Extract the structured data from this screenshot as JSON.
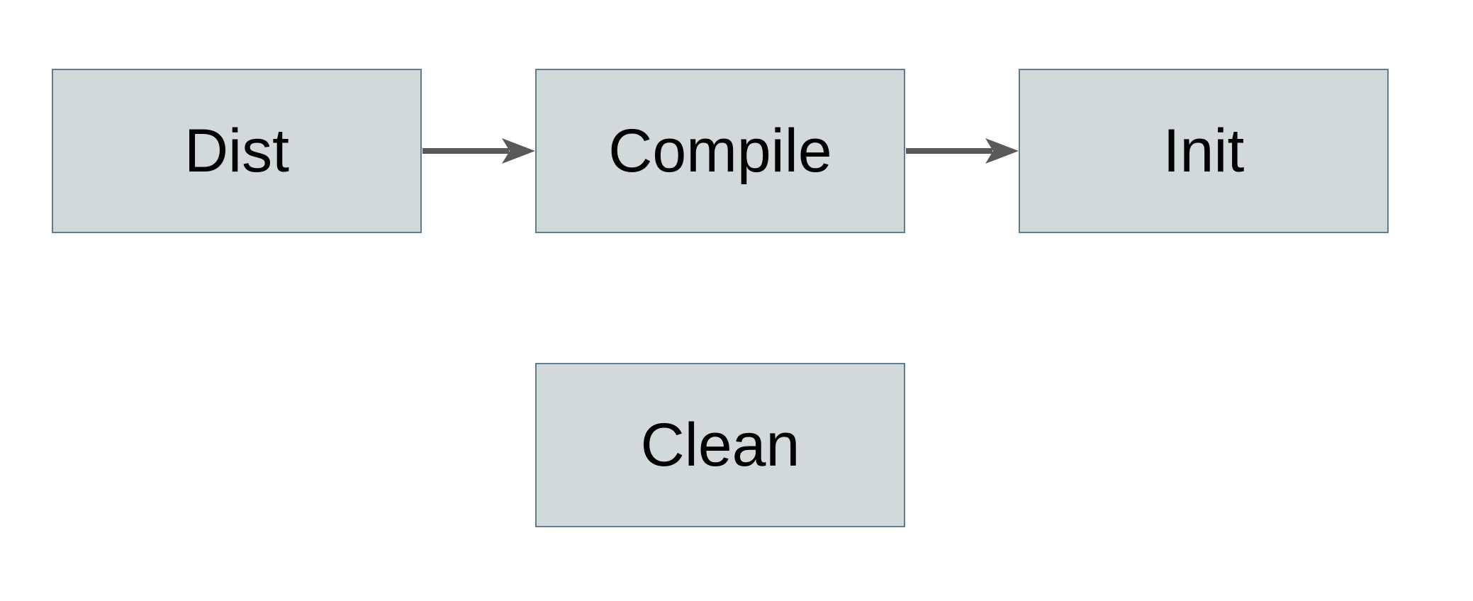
{
  "diagram": {
    "title": "build-targets-flowchart",
    "nodes": [
      {
        "id": "dist",
        "label": "Dist"
      },
      {
        "id": "compile",
        "label": "Compile"
      },
      {
        "id": "init",
        "label": "Init"
      },
      {
        "id": "clean",
        "label": "Clean"
      }
    ],
    "edges": [
      {
        "from": "Dist",
        "to": "Compile",
        "direction": "right"
      },
      {
        "from": "Compile",
        "to": "Init",
        "direction": "right"
      }
    ],
    "colors": {
      "background": "#ffffff",
      "node_fill": "#d2d9db",
      "node_border": "#5f7d8c",
      "arrow": "#595959",
      "text": "#000000"
    }
  }
}
